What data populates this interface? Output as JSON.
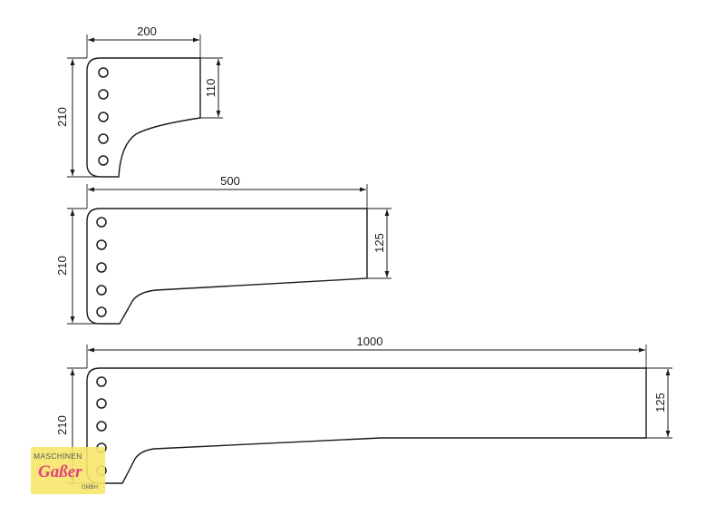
{
  "parts": [
    {
      "id": "small",
      "length_label": "200",
      "height_label": "210",
      "tip_height_label": "110",
      "hole_count": 5
    },
    {
      "id": "medium",
      "length_label": "500",
      "height_label": "210",
      "tip_height_label": "125",
      "hole_count": 5
    },
    {
      "id": "large",
      "length_label": "1000",
      "height_label": "210",
      "tip_height_label": "125",
      "hole_count": 5
    }
  ],
  "logo": {
    "top": "MASCHINEN",
    "main": "Gaßer",
    "sub": "GMBH",
    "colors": {
      "background": "#f6e66a",
      "script": "#e0457a"
    }
  }
}
